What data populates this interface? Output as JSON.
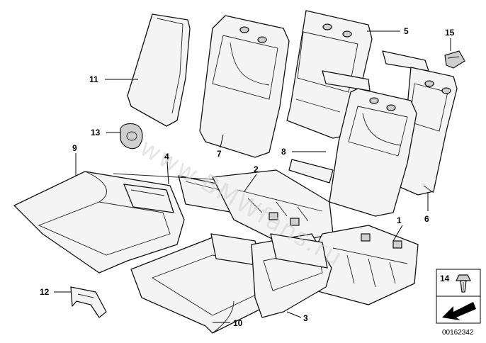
{
  "watermark": "www.BMWfans.ru",
  "reference_number": "00162342",
  "callouts": [
    {
      "id": "c1",
      "label": "1"
    },
    {
      "id": "c2",
      "label": "2"
    },
    {
      "id": "c3",
      "label": "3"
    },
    {
      "id": "c4",
      "label": "4"
    },
    {
      "id": "c5",
      "label": "5"
    },
    {
      "id": "c6",
      "label": "6"
    },
    {
      "id": "c7",
      "label": "7"
    },
    {
      "id": "c8",
      "label": "8"
    },
    {
      "id": "c9",
      "label": "9"
    },
    {
      "id": "c10",
      "label": "10"
    },
    {
      "id": "c11",
      "label": "11"
    },
    {
      "id": "c12",
      "label": "12"
    },
    {
      "id": "c13",
      "label": "13"
    },
    {
      "id": "c14",
      "label": "14"
    },
    {
      "id": "c15",
      "label": "15"
    }
  ]
}
